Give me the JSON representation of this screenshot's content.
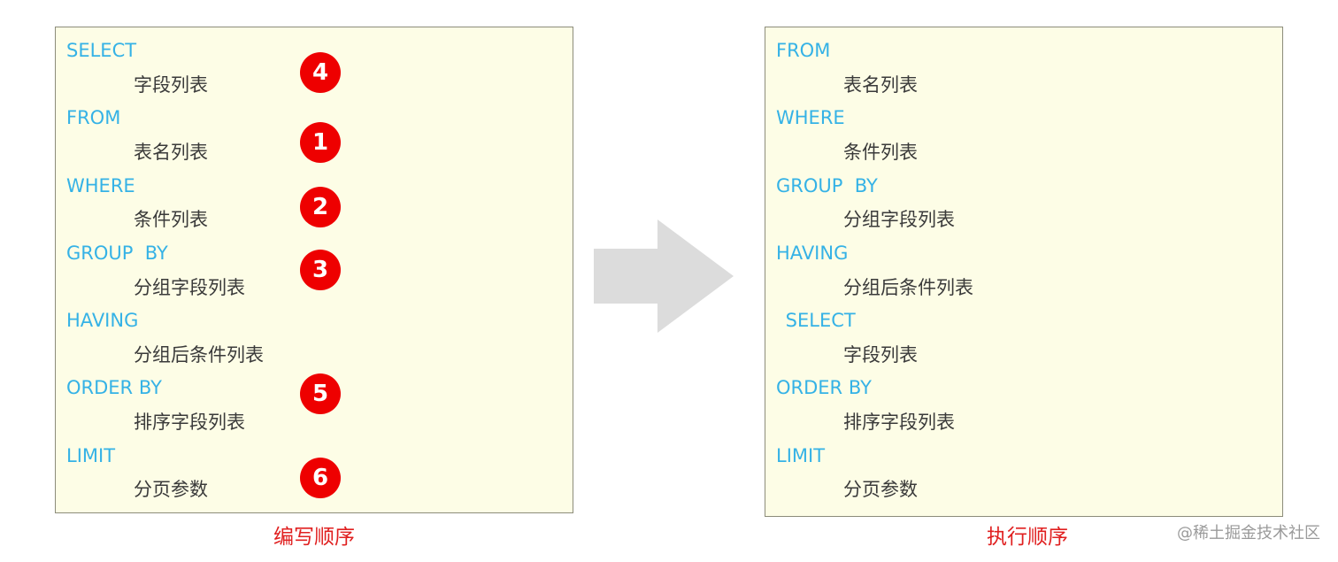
{
  "left_panel": {
    "items": [
      {
        "keyword": "SELECT",
        "detail": "字段列表",
        "step": "4"
      },
      {
        "keyword": "FROM",
        "detail": "表名列表",
        "step": "1"
      },
      {
        "keyword": "WHERE",
        "detail": "条件列表",
        "step": "2"
      },
      {
        "keyword": "GROUP  BY",
        "detail": "分组字段列表",
        "step": "3"
      },
      {
        "keyword": "HAVING",
        "detail": "分组后条件列表",
        "step": ""
      },
      {
        "keyword": "ORDER BY",
        "detail": "排序字段列表",
        "step": "5"
      },
      {
        "keyword": "LIMIT",
        "detail": "分页参数",
        "step": "6"
      }
    ],
    "caption": "编写顺序"
  },
  "right_panel": {
    "items": [
      {
        "keyword": "FROM",
        "detail": "表名列表"
      },
      {
        "keyword": "WHERE",
        "detail": "条件列表"
      },
      {
        "keyword": "GROUP  BY",
        "detail": "分组字段列表"
      },
      {
        "keyword": "HAVING",
        "detail": "分组后条件列表"
      },
      {
        "keyword": " SELECT",
        "detail": "字段列表"
      },
      {
        "keyword": "ORDER BY",
        "detail": "排序字段列表"
      },
      {
        "keyword": "LIMIT",
        "detail": "分页参数"
      }
    ],
    "caption": "执行顺序"
  },
  "watermark": "@稀土掘金技术社区",
  "colors": {
    "keyword": "#35b2e6",
    "badge": "#ee0000",
    "caption": "#e02020",
    "panel_bg": "#fdfde6",
    "arrow": "#dcdcdc"
  }
}
